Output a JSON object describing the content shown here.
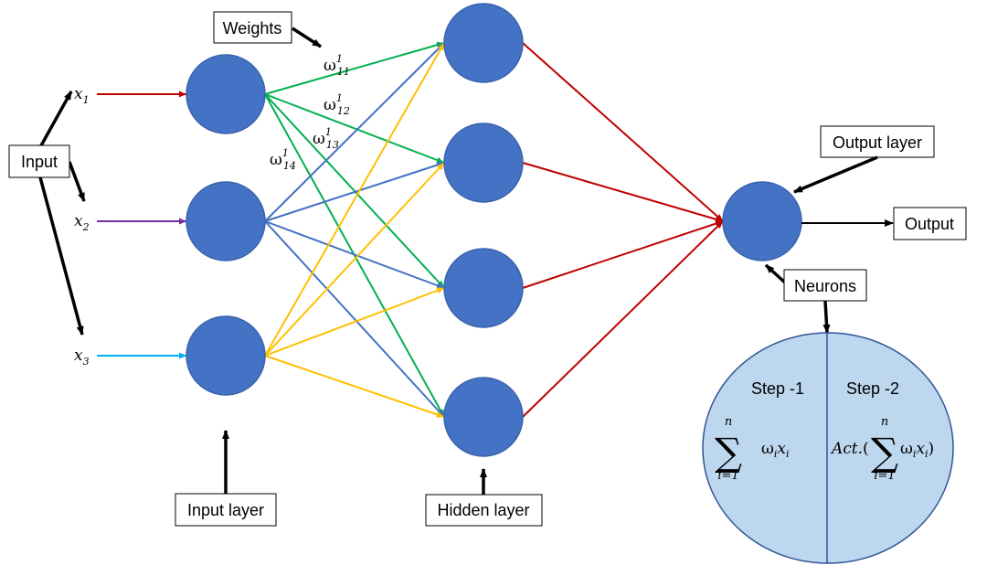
{
  "labels": {
    "input": "Input",
    "weights": "Weights",
    "input_layer": "Input layer",
    "hidden_layer": "Hidden layer",
    "output_layer": "Output layer",
    "output": "Output",
    "neurons": "Neurons",
    "step1": "Step -1",
    "step2": "Step -2"
  },
  "inputs": [
    {
      "sym": "x",
      "sub": "1"
    },
    {
      "sym": "x",
      "sub": "2"
    },
    {
      "sym": "x",
      "sub": "3"
    }
  ],
  "weights": [
    {
      "sym": "ω",
      "sup": "1",
      "sub": "11"
    },
    {
      "sym": "ω",
      "sup": "1",
      "sub": "12"
    },
    {
      "sym": "ω",
      "sup": "1",
      "sub": "13"
    },
    {
      "sym": "ω",
      "sup": "1",
      "sub": "14"
    }
  ],
  "formula": {
    "sigma": "∑",
    "upper": "n",
    "lower": "i=1",
    "omega": "ω",
    "x": "x",
    "i": "i",
    "act": "Act.",
    "open": "(",
    "close": ")"
  },
  "colors": {
    "node": "#4472c4",
    "node_stroke": "#3a63ad",
    "neuron_fill": "#bdd7ee",
    "x1": "#c00000",
    "x2": "#7030a0",
    "x3": "#00b0f0",
    "from_in1": "#00b050",
    "from_in2": "#4472c4",
    "from_in3": "#ffc000",
    "to_out": "#c00000"
  }
}
